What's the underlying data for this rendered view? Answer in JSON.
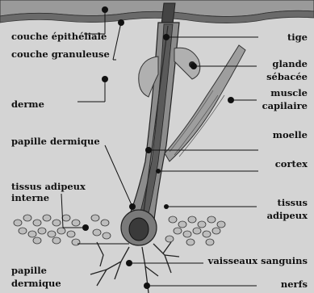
{
  "labels": {
    "couche_epitheliale": "couche épithéliale",
    "couche_granuleuse": "couche granuleuse",
    "derme": "derme",
    "papille_dermique_top": "papille dermique",
    "tissus_adipeux_interne_1": "tissus adipeux",
    "tissus_adipeux_interne_2": "interne",
    "papille_dermique_bottom_1": "papille",
    "papille_dermique_bottom_2": "dermique",
    "tige": "tige",
    "glande_1": "glande",
    "glande_2": "sébacée",
    "muscle_1": "muscle",
    "muscle_2": "capilaire",
    "moelle": "moelle",
    "cortex": "cortex",
    "tissus_adipeux_1": "tissus",
    "tissus_adipeux_2": "adipeux",
    "vaisseaux_sanguins": "vaisseaux sanguins",
    "nerfs": "nerfs"
  },
  "colors": {
    "background": "#d4d4d4",
    "ink": "#111111",
    "epithelium": "#7a7a7a",
    "hair": "#555555"
  }
}
